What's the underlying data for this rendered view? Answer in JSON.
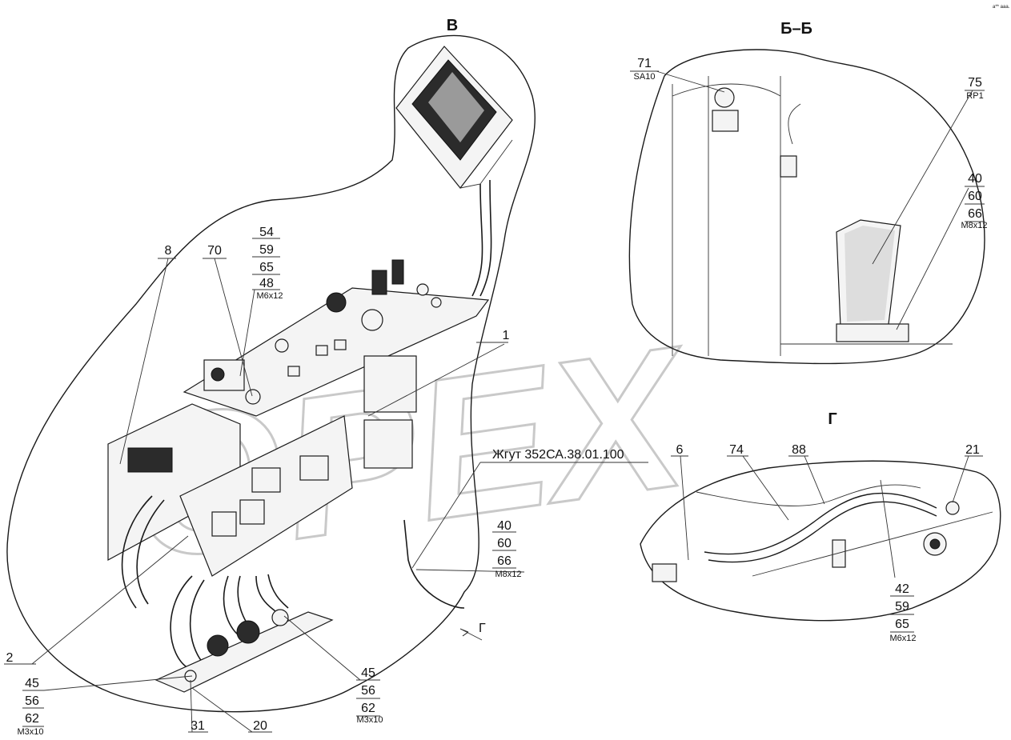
{
  "views": {
    "main_title": "В",
    "section_title": "Б–Б",
    "detail_title": "Г",
    "arrow_label": "Г"
  },
  "harness_label": "Жгут 352СА.38.01.100",
  "watermark": "OPEX",
  "corner_note": "a** aaa.",
  "callouts": {
    "c8": "8",
    "c70": "70",
    "c54": "54",
    "c59a": "59",
    "c65a": "65",
    "c48": "48",
    "m6x12a": "М6х12",
    "c1": "1",
    "c2": "2",
    "c40a": "40",
    "c60a": "60",
    "c66a": "66",
    "m8x12a": "М8х12",
    "c45a": "45",
    "c56a": "56",
    "c62a": "62",
    "m3x10a": "М3х10",
    "c31": "31",
    "c20": "20",
    "c45b": "45",
    "c56b": "56",
    "c62b": "62",
    "m3x10b": "М3х10",
    "c71": "71",
    "sa10": "SA10",
    "c75": "75",
    "rp1": "RP1",
    "c40b": "40",
    "c60b": "60",
    "c66b": "66",
    "m8x12b": "М8х12",
    "c6": "6",
    "c74": "74",
    "c88": "88",
    "c21": "21",
    "c42": "42",
    "c59b": "59",
    "c65b": "65",
    "m6x12b": "М6х12"
  }
}
